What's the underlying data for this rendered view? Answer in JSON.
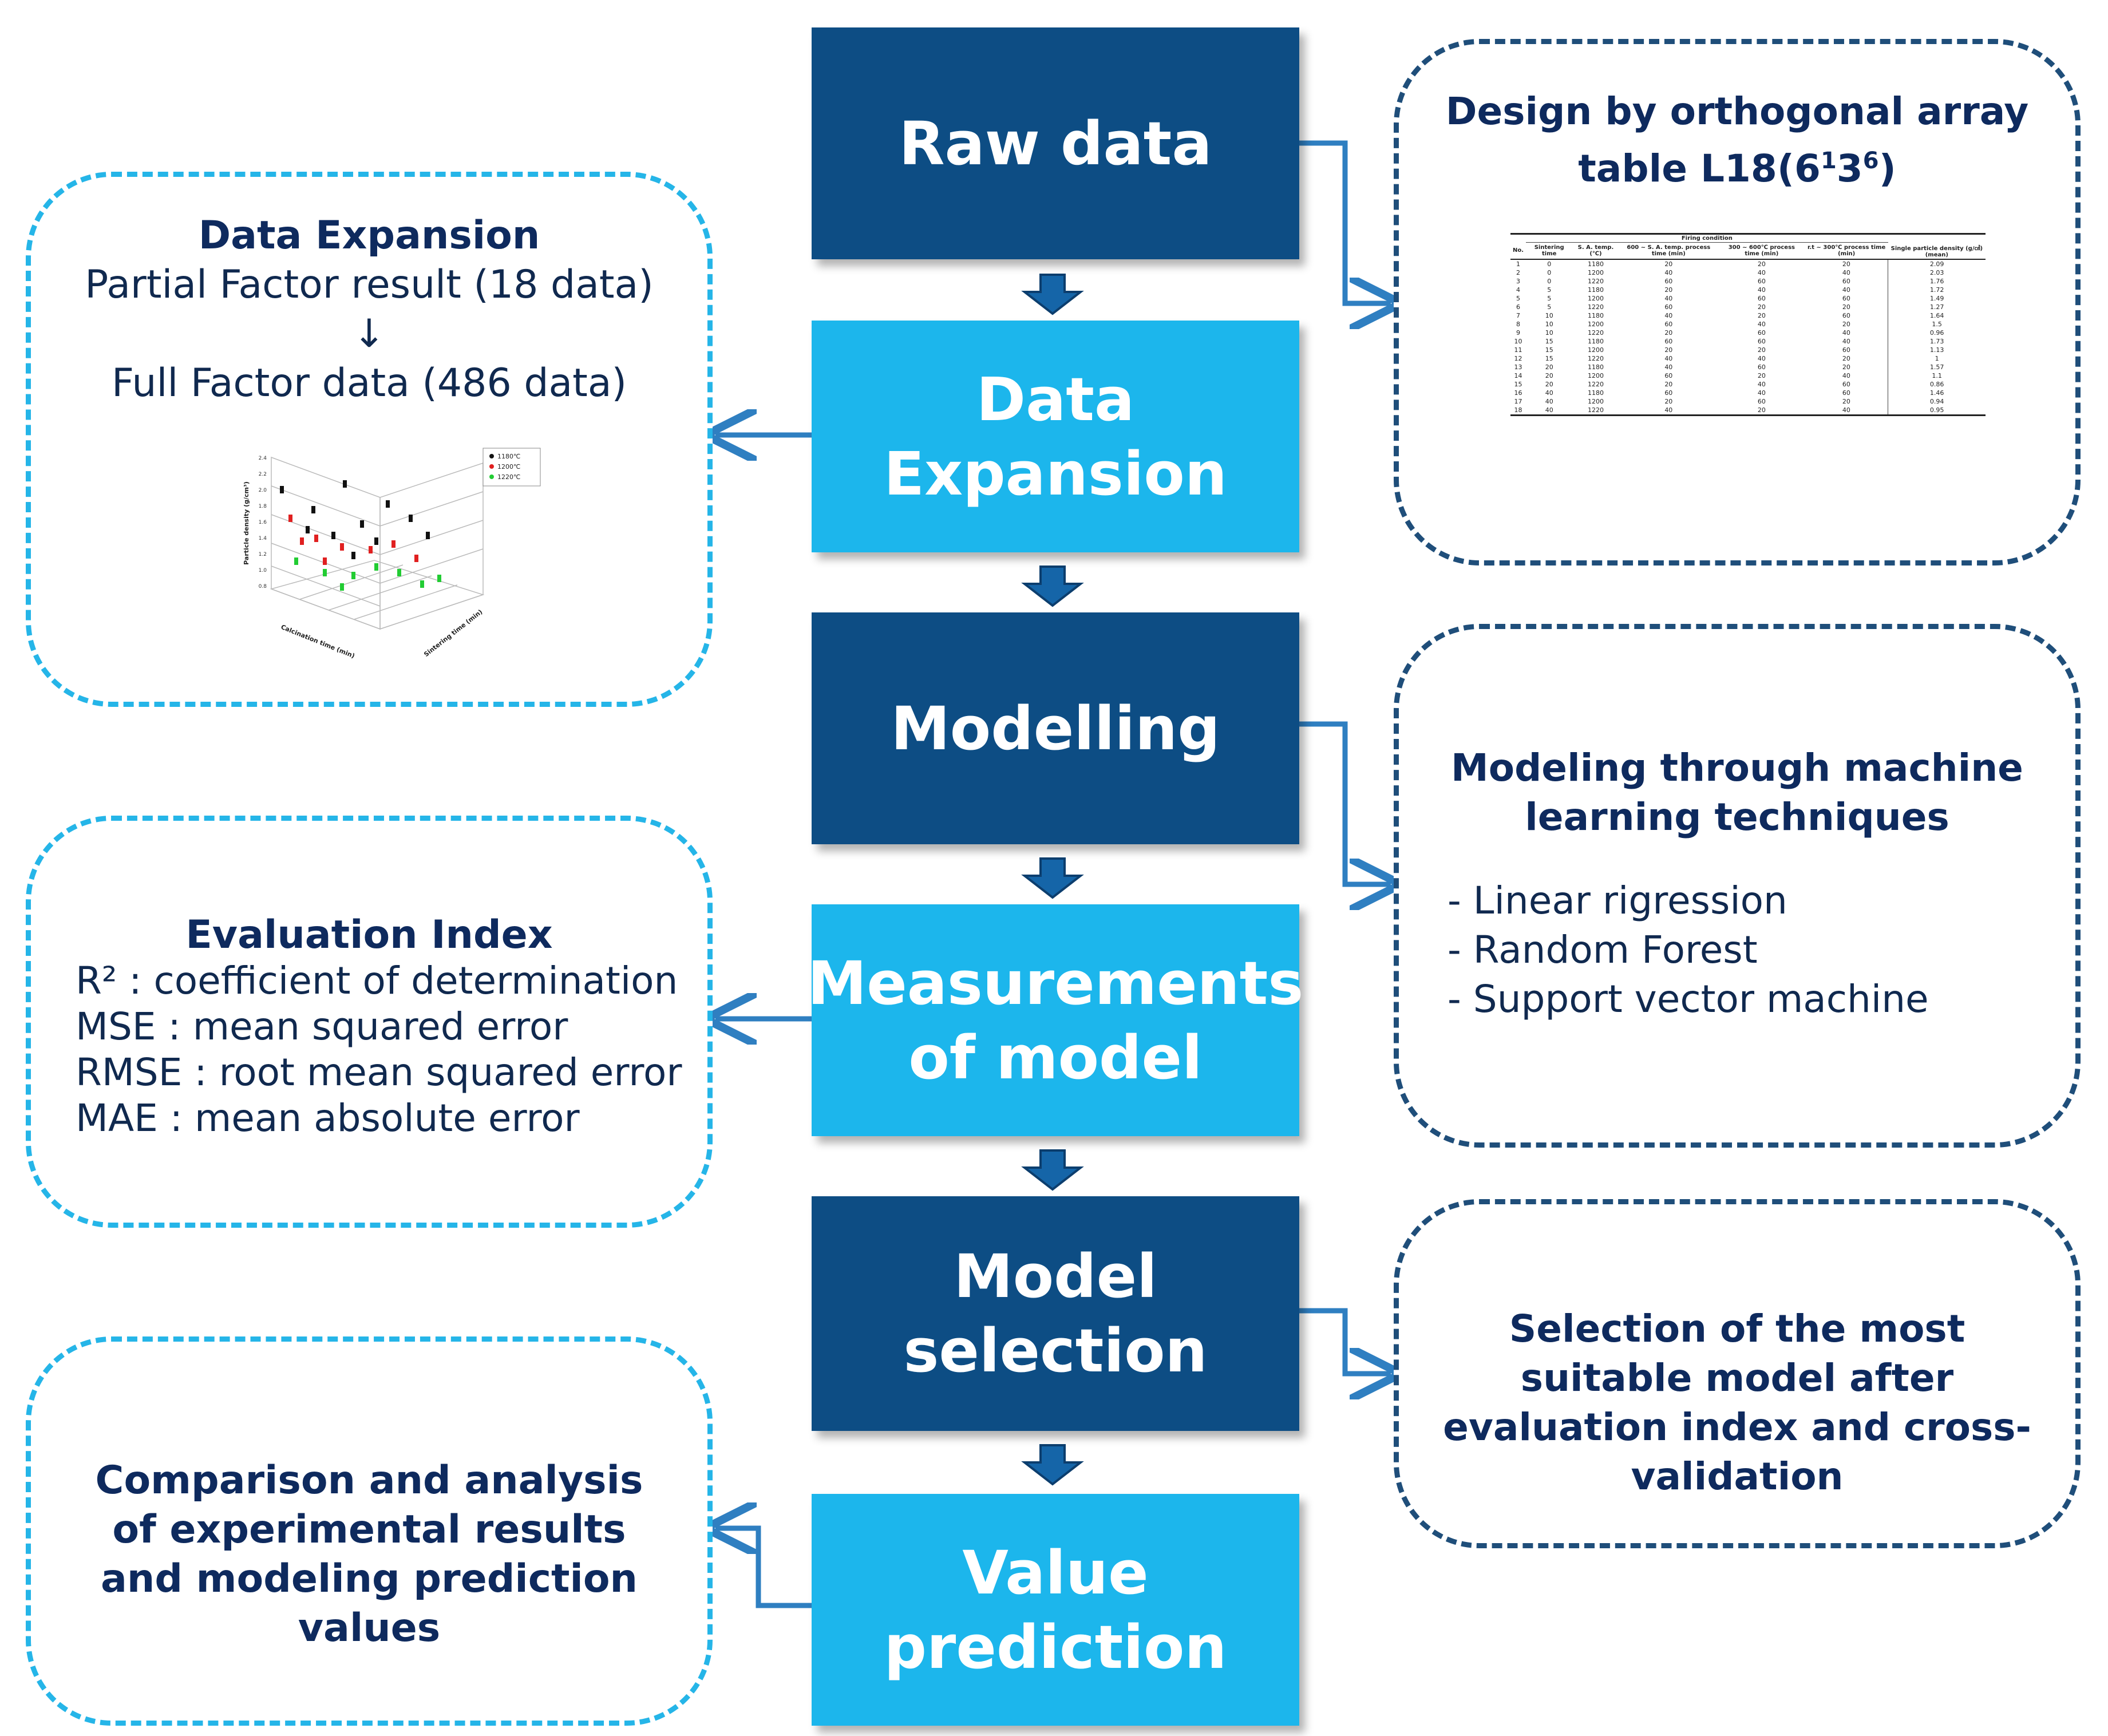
{
  "steps": [
    {
      "label": "Raw data"
    },
    {
      "label": "Data Expansion"
    },
    {
      "label": "Modelling"
    },
    {
      "label": "Measurements of model"
    },
    {
      "label": "Model selection"
    },
    {
      "label": "Value prediction"
    }
  ],
  "panels": {
    "data_expansion": {
      "title": "Data Expansion",
      "line1": "Partial Factor result (18 data)",
      "arrow": "↓",
      "line2": "Full Factor data (486 data)"
    },
    "evaluation": {
      "title": "Evaluation Index",
      "items": [
        {
          "label": "R² : coefficient of determination"
        },
        {
          "label": "MSE : mean squared error"
        },
        {
          "label": "RMSE : root mean squared error"
        },
        {
          "label": "MAE :  mean absolute error"
        }
      ]
    },
    "comparison": {
      "text": "Comparison and analysis of experimental results and modeling prediction values"
    },
    "design": {
      "line1": "Design by orthogonal array",
      "line2_prefix": "table L18(6",
      "sup1": "1",
      "mid": "3",
      "sup2": "6",
      "line2_suffix": ")"
    },
    "modeling": {
      "title": "Modeling through machine learning techniques",
      "items": [
        {
          "label": "- Linear rigression"
        },
        {
          "label": "- Random Forest"
        },
        {
          "label": "- Support vector machine"
        }
      ]
    },
    "selection": {
      "text": "Selection of the most suitable model after evaluation index and cross-validation"
    }
  },
  "scatter_chart": {
    "legend": [
      {
        "label": "1180℃",
        "color": "#111111"
      },
      {
        "label": "1200℃",
        "color": "#e02020"
      },
      {
        "label": "1220℃",
        "color": "#22cc33"
      }
    ],
    "zlabel": "Particle density (g/cm³)",
    "xlabel": "Calcination time (min)",
    "ylabel": "Sintering time (min)",
    "zticks": [
      "2.4",
      "2.2",
      "2.0",
      "1.8",
      "1.6",
      "1.4",
      "1.2",
      "1.0",
      "0.8"
    ]
  },
  "table": {
    "header_group": "Firing condition",
    "columns": [
      "No.",
      "Sintering time",
      "S. A. temp. (℃)",
      "600 ~ S. A. temp. process time (min)",
      "300 ~ 600℃ process time (min)",
      "r.t ~ 300℃ process time (min)",
      "Single particle density (g/㎤) (mean)"
    ],
    "rows": [
      [
        "1",
        "0",
        "1180",
        "20",
        "20",
        "20",
        "2.09"
      ],
      [
        "2",
        "0",
        "1200",
        "40",
        "40",
        "40",
        "2.03"
      ],
      [
        "3",
        "0",
        "1220",
        "60",
        "60",
        "60",
        "1.76"
      ],
      [
        "4",
        "5",
        "1180",
        "20",
        "40",
        "40",
        "1.72"
      ],
      [
        "5",
        "5",
        "1200",
        "40",
        "60",
        "60",
        "1.49"
      ],
      [
        "6",
        "5",
        "1220",
        "60",
        "20",
        "20",
        "1.27"
      ],
      [
        "7",
        "10",
        "1180",
        "40",
        "20",
        "60",
        "1.64"
      ],
      [
        "8",
        "10",
        "1200",
        "60",
        "40",
        "20",
        "1.5"
      ],
      [
        "9",
        "10",
        "1220",
        "20",
        "60",
        "40",
        "0.96"
      ],
      [
        "10",
        "15",
        "1180",
        "60",
        "60",
        "40",
        "1.73"
      ],
      [
        "11",
        "15",
        "1200",
        "20",
        "20",
        "60",
        "1.13"
      ],
      [
        "12",
        "15",
        "1220",
        "40",
        "40",
        "20",
        "1"
      ],
      [
        "13",
        "20",
        "1180",
        "40",
        "60",
        "20",
        "1.57"
      ],
      [
        "14",
        "20",
        "1200",
        "60",
        "20",
        "40",
        "1.1"
      ],
      [
        "15",
        "20",
        "1220",
        "20",
        "40",
        "60",
        "0.86"
      ],
      [
        "16",
        "40",
        "1180",
        "60",
        "40",
        "60",
        "1.46"
      ],
      [
        "17",
        "40",
        "1200",
        "20",
        "60",
        "20",
        "0.94"
      ],
      [
        "18",
        "40",
        "1220",
        "40",
        "20",
        "40",
        "0.95"
      ]
    ]
  }
}
